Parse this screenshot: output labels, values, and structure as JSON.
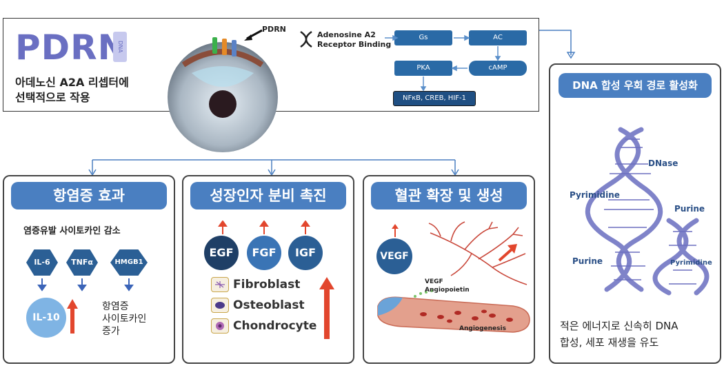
{
  "top": {
    "logo": "PDRN",
    "logo_tag": "DNA",
    "desc": [
      "아데노신 A2A 리셉터에",
      "선택적으로 작용"
    ],
    "pdrn_pointer": "PDRN",
    "receptor_label": [
      "Adenosine A2",
      "Receptor Binding"
    ],
    "flow": {
      "gs": "Gs",
      "ac": "AC",
      "camp": "cAMP",
      "pka": "PKA",
      "nfkb": "NFκB, CREB, HIF-1"
    }
  },
  "inflammation": {
    "title": "항염증 효과",
    "subtitle": "염증유발  사이토카인  감소",
    "cytokines": [
      "IL-6",
      "TNFα",
      "HMGB1"
    ],
    "il10": "IL-10",
    "increase_text": [
      "항염증",
      "사이토카인",
      "증가"
    ]
  },
  "growth": {
    "title": "성장인자 분비 촉진",
    "factors": [
      "EGF",
      "FGF",
      "IGF"
    ],
    "cells": [
      "Fibroblast",
      "Osteoblast",
      "Chondrocyte"
    ]
  },
  "vessel": {
    "title": "혈관 확장 및 생성",
    "vegf": "VEGF",
    "vegf_angio": [
      "VEGF",
      "Angiopoietin"
    ],
    "angiogenesis": "Angiogenesis"
  },
  "dna": {
    "title": "DNA 합성 우회 경로 활성화",
    "labels": {
      "dnase": "DNase",
      "pyrimidine1": "Pyrimidine",
      "purine1": "Purine",
      "purine2": "Purine",
      "pyrimidine2": "Pyrimidine"
    },
    "desc": [
      "적은 에너지로 신속히 DNA",
      "합성, 세포 재생을 유도"
    ]
  },
  "colors": {
    "accent": "#4a7fc1",
    "dark_blue": "#2b5f95",
    "arrow_red": "#e2462d"
  }
}
